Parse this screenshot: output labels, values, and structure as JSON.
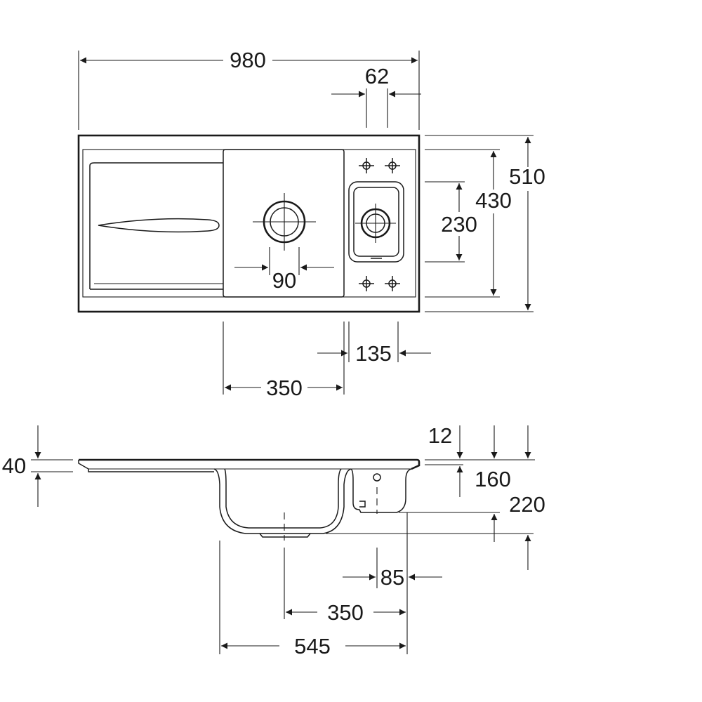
{
  "dimensions": {
    "top": {
      "overall_width": "980",
      "tap_hole_offset": "62",
      "overall_depth": "510",
      "inner_depth": "430",
      "small_bowl_depth": "230",
      "waste_diameter": "90",
      "small_bowl_width": "135",
      "main_bowl_width": "350"
    },
    "side": {
      "rim_height": "40",
      "rim_thickness": "12",
      "small_bowl_height": "160",
      "main_bowl_height": "220",
      "small_waste_offset": "85",
      "waste_spacing": "350",
      "overall_bowl_span": "545"
    }
  }
}
